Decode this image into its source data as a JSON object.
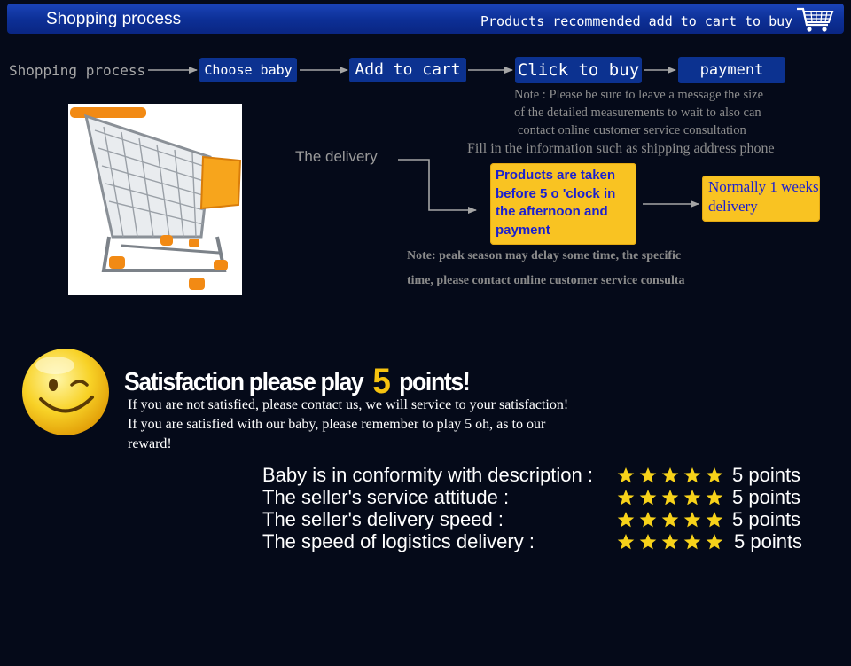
{
  "header": {
    "title": "Shopping process",
    "tagline": "Products recommended add to cart to buy"
  },
  "flow": {
    "start_label": "Shopping process",
    "steps": [
      "Choose baby",
      "Add to cart",
      "Click to buy",
      "payment"
    ]
  },
  "payment_note": [
    "Note : Please be sure to leave a message the size",
    "of the detailed measurements to wait to also can",
    "contact online customer service consultation",
    "Fill in the information such as shipping address phone"
  ],
  "delivery": {
    "label": "The delivery",
    "box1": "Products are taken before 5 o 'clock in the afternoon and payment",
    "box2": "Normally 1 weeks delivery",
    "note": [
      "Note: peak season may delay some time, the specific",
      "time, please contact online customer service consulta"
    ]
  },
  "satisfaction": {
    "title_start": "Satisfaction please play",
    "title_number": "5",
    "title_end": "points!",
    "lines": [
      "If you are not satisfied, please contact us, we will service to your satisfaction!",
      "If you are satisfied with our baby, please remember to play 5 oh, as to our",
      "reward!"
    ]
  },
  "ratings": [
    {
      "label": "Baby is in conformity with description :",
      "stars": 5,
      "points": "5 points"
    },
    {
      "label": "The seller's service attitude :",
      "stars": 5,
      "points": "5 points"
    },
    {
      "label": "The seller's delivery speed :",
      "stars": 5,
      "points": "5 points"
    },
    {
      "label": "The speed of logistics delivery :",
      "stars": 5,
      "points": "5 points"
    }
  ],
  "colors": {
    "background": "#050a19",
    "banner": "#0c2f95",
    "pill": "#0c3290",
    "box": "#f9c322",
    "box_text": "#1a1fd0",
    "star": "#f7d21a"
  },
  "icons": [
    "shopping-cart-icon",
    "arrow-icon",
    "smiley-wink-icon",
    "star-icon"
  ]
}
